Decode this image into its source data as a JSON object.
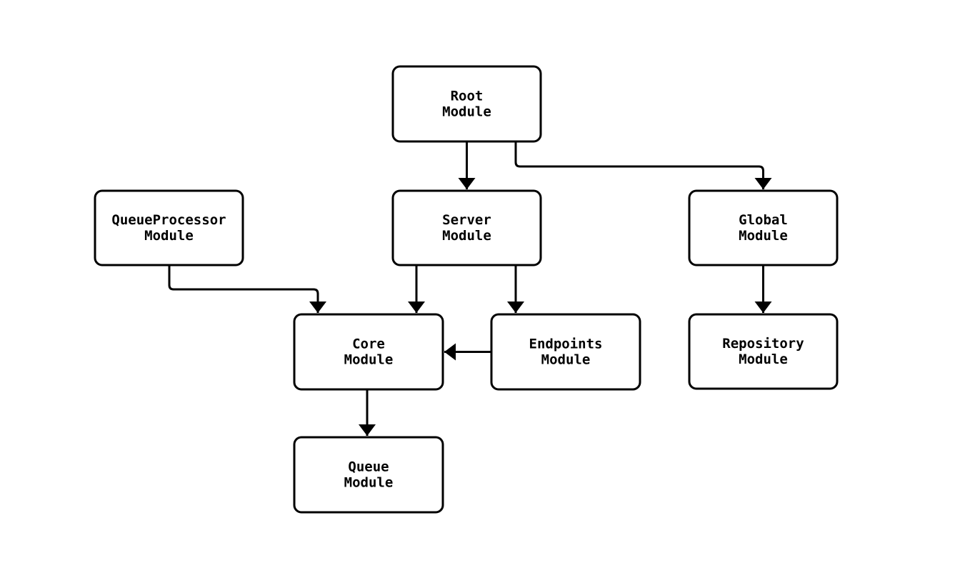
{
  "canvas": {
    "background_color": "#ffffff",
    "stroke_color": "#000000",
    "node_fill_color": "#ffffff",
    "text_color": "#000000"
  },
  "nodes": {
    "root": {
      "line1": "Root",
      "line2": "Module"
    },
    "server": {
      "line1": "Server",
      "line2": "Module"
    },
    "queueprocessor": {
      "line1": "QueueProcessor",
      "line2": "Module"
    },
    "global": {
      "line1": "Global",
      "line2": "Module"
    },
    "core": {
      "line1": "Core",
      "line2": "Module"
    },
    "endpoints": {
      "line1": "Endpoints",
      "line2": "Module"
    },
    "repository": {
      "line1": "Repository",
      "line2": "Module"
    },
    "queue": {
      "line1": "Queue",
      "line2": "Module"
    }
  },
  "edges": [
    {
      "from": "Root Module",
      "to": "Server Module"
    },
    {
      "from": "Root Module",
      "to": "Global Module"
    },
    {
      "from": "QueueProcessor Module",
      "to": "Core Module"
    },
    {
      "from": "Server Module",
      "to": "Core Module"
    },
    {
      "from": "Server Module",
      "to": "Endpoints Module"
    },
    {
      "from": "Endpoints Module",
      "to": "Core Module"
    },
    {
      "from": "Global Module",
      "to": "Repository Module"
    },
    {
      "from": "Core Module",
      "to": "Queue Module"
    }
  ]
}
